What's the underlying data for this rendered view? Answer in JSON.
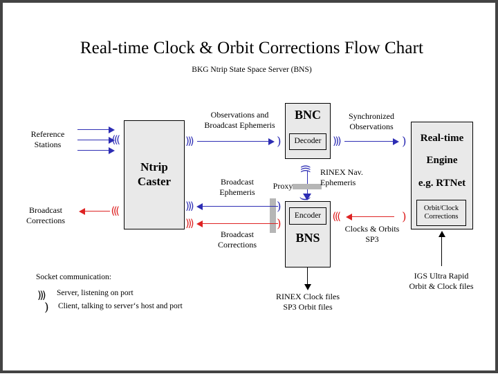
{
  "page": {
    "title": "Real-time Clock & Orbit Corrections Flow Chart",
    "subtitle": "BKG Ntrip State Space Server  (BNS)",
    "border_color": "#434343",
    "box_fill": "#e9e9e9",
    "blue": "#2d2db4",
    "red": "#de2222",
    "gray_bar": "#b6b6b6"
  },
  "boxes": {
    "caster": {
      "title": "Ntrip\nCaster",
      "line1": "Ntrip",
      "line2": "Caster"
    },
    "bnc": {
      "title": "BNC",
      "sub": "Decoder"
    },
    "bns": {
      "title": "BNS",
      "sub": "Encoder"
    },
    "rte": {
      "line1": "Real-time",
      "line2": "Engine",
      "line3": "e.g. RTNet",
      "sub_line1": "Orbit/Clock",
      "sub_line2": "Corrections"
    }
  },
  "labels": {
    "reference_stations_l1": "Reference",
    "reference_stations_l2": "Stations",
    "broadcast_corrections_left_l1": "Broadcast",
    "broadcast_corrections_left_l2": "Corrections",
    "observations_l1": "Observations and",
    "observations_l2": "Broadcast Ephemeris",
    "synchronized_l1": "Synchronized",
    "synchronized_l2": "Observations",
    "rinex_nav_l1": "RINEX Nav.",
    "rinex_nav_l2": "Ephemeris",
    "proxy": "Proxy",
    "broadcast_ephemeris_l1": "Broadcast",
    "broadcast_ephemeris_l2": "Ephemeris",
    "broadcast_corrections_mid_l1": "Broadcast",
    "broadcast_corrections_mid_l2": "Corrections",
    "clocks_orbits_l1": "Clocks & Orbits",
    "clocks_orbits_l2": "SP3",
    "rinex_files_l1": "RINEX Clock files",
    "rinex_files_l2": "SP3 Orbit files",
    "igs_l1": "IGS Ultra Rapid",
    "igs_l2": "Orbit & Clock files"
  },
  "legend": {
    "heading": "Socket communication:",
    "server_icon": "server-socket-icon",
    "server_text": "Server, listening on port",
    "client_icon": "client-socket-icon",
    "client_text": "Client, talking to server‘s host and port"
  },
  "glyphs": {
    "server": ")))",
    "client": ")"
  }
}
